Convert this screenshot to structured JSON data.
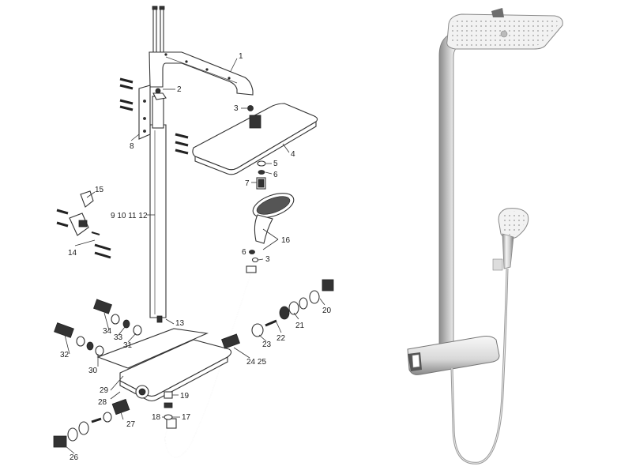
{
  "diagram": {
    "labels": [
      {
        "key": "p1",
        "text": "1"
      },
      {
        "key": "p2",
        "text": "2"
      },
      {
        "key": "p3a",
        "text": "3"
      },
      {
        "key": "p4",
        "text": "4"
      },
      {
        "key": "p5",
        "text": "5"
      },
      {
        "key": "p6a",
        "text": "6"
      },
      {
        "key": "p7",
        "text": "7"
      },
      {
        "key": "p8",
        "text": "8"
      },
      {
        "key": "p9",
        "text": "9 10 11 12"
      },
      {
        "key": "p13",
        "text": "13"
      },
      {
        "key": "p14",
        "text": "14"
      },
      {
        "key": "p15",
        "text": "15"
      },
      {
        "key": "p16",
        "text": "16"
      },
      {
        "key": "p6b",
        "text": "6"
      },
      {
        "key": "p3b",
        "text": "3"
      },
      {
        "key": "p17",
        "text": "17"
      },
      {
        "key": "p18",
        "text": "18"
      },
      {
        "key": "p19",
        "text": "19"
      },
      {
        "key": "p20",
        "text": "20"
      },
      {
        "key": "p21",
        "text": "21"
      },
      {
        "key": "p22",
        "text": "22"
      },
      {
        "key": "p23",
        "text": "23"
      },
      {
        "key": "p2425",
        "text": "24 25"
      },
      {
        "key": "p26",
        "text": "26"
      },
      {
        "key": "p27",
        "text": "27"
      },
      {
        "key": "p28",
        "text": "28"
      },
      {
        "key": "p29",
        "text": "29"
      },
      {
        "key": "p30",
        "text": "30"
      },
      {
        "key": "p31",
        "text": "31"
      },
      {
        "key": "p32",
        "text": "32"
      },
      {
        "key": "p33",
        "text": "33"
      },
      {
        "key": "p34",
        "text": "34"
      }
    ]
  }
}
